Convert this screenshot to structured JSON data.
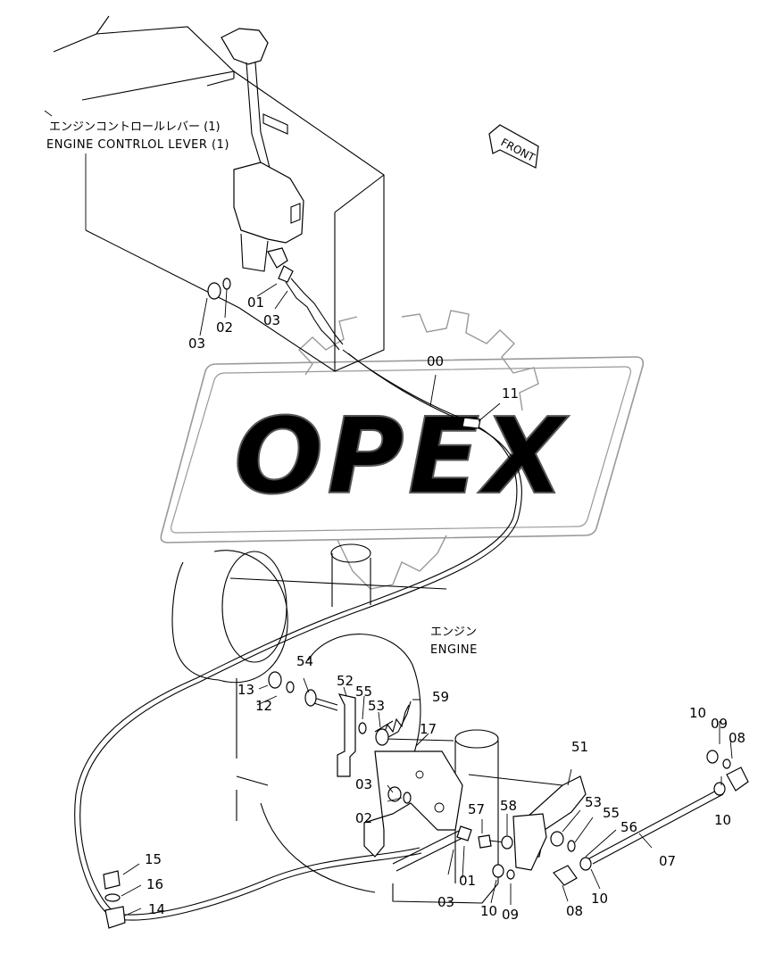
{
  "labels": {
    "lever_jp": "エンジンコントロールレバー (1)",
    "lever_en": "ENGINE CONTRLOL LEVER (1)",
    "engine_jp": "エンジン",
    "engine_en": "ENGINE",
    "front": "FRONT"
  },
  "watermark": "OPEX",
  "parts": {
    "p00": "00",
    "p01a": "01",
    "p01b": "01",
    "p02a": "02",
    "p02b": "02",
    "p03a": "03",
    "p03b": "03",
    "p03c": "03",
    "p03d": "03",
    "p07": "07",
    "p08a": "08",
    "p08b": "08",
    "p09a": "09",
    "p09b": "09",
    "p10a": "10",
    "p10b": "10",
    "p10c": "10",
    "p10d": "10",
    "p11": "11",
    "p12": "12",
    "p13": "13",
    "p14": "14",
    "p15": "15",
    "p16": "16",
    "p17": "17",
    "p51": "51",
    "p52": "52",
    "p53a": "53",
    "p53b": "53",
    "p54": "54",
    "p55a": "55",
    "p55b": "55",
    "p56": "56",
    "p57": "57",
    "p58": "58",
    "p59": "59"
  }
}
